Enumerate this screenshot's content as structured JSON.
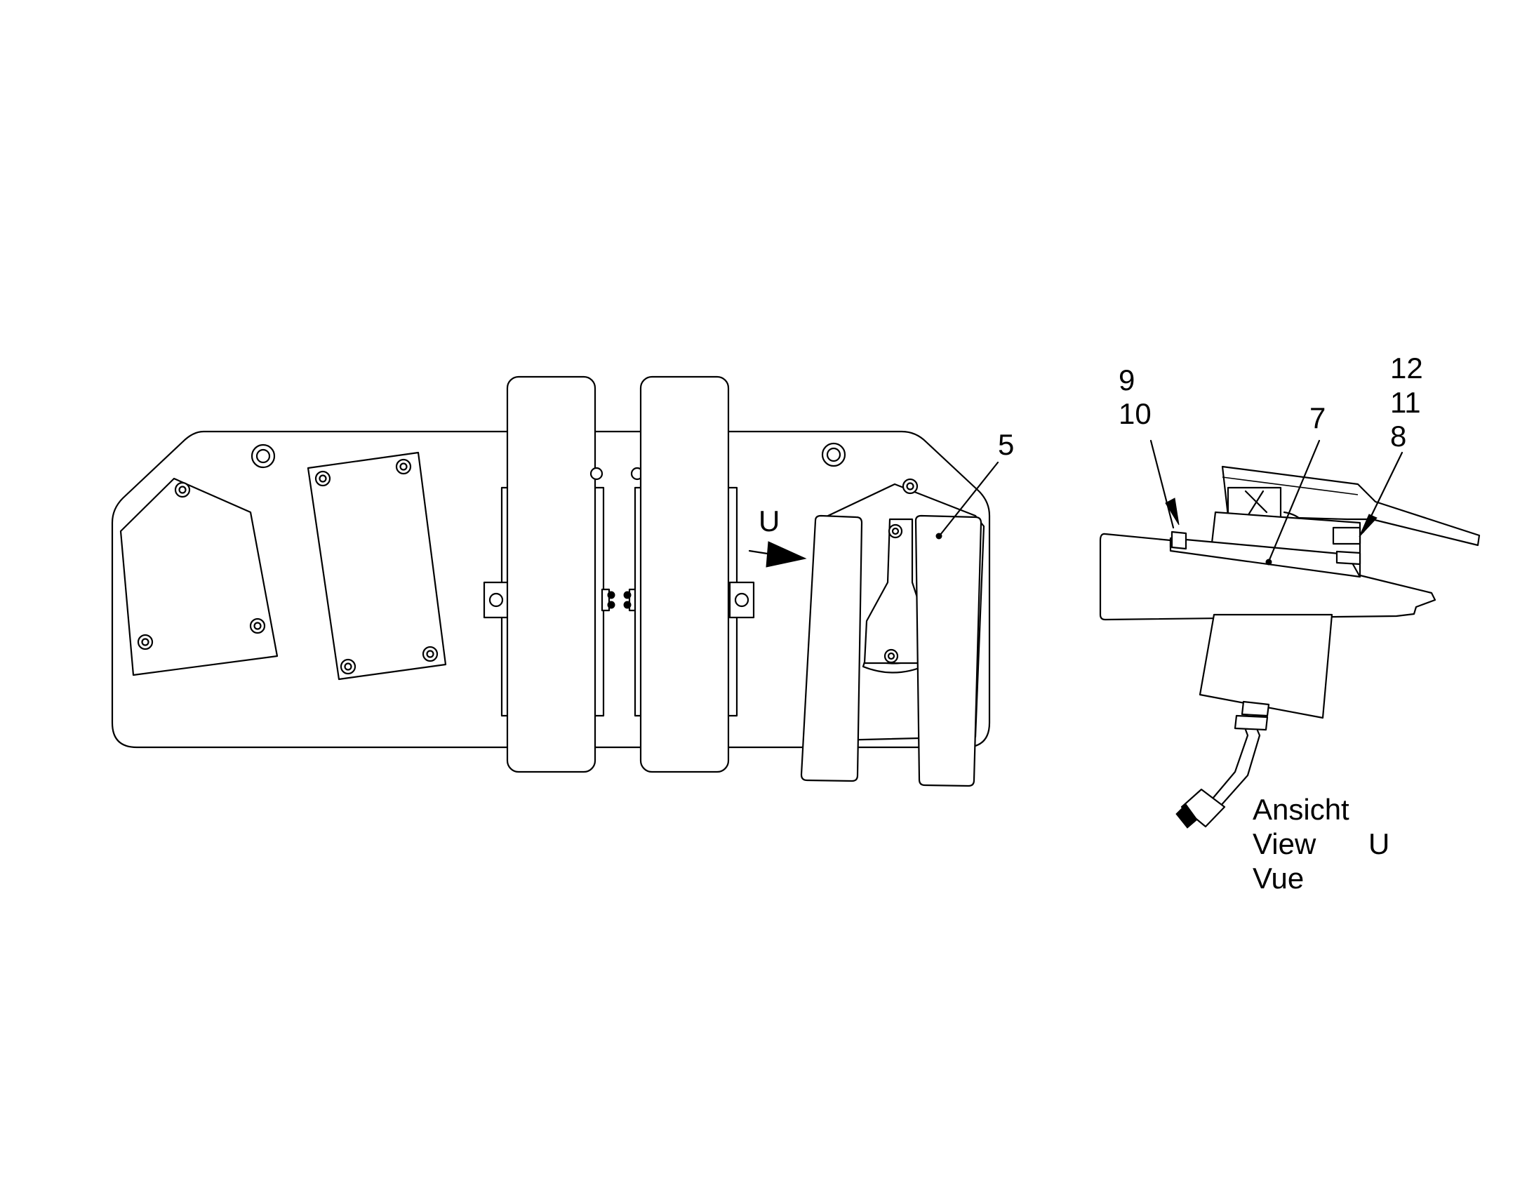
{
  "labels": {
    "u_arrow": "U",
    "part_5": "5",
    "part_7": "7",
    "part_9": "9",
    "part_10": "10",
    "part_12": "12",
    "part_11": "11",
    "part_8": "8",
    "view_de": "Ansicht",
    "view_en": "View",
    "view_fr": "Vue",
    "view_letter": "U"
  },
  "colors": {
    "line": "#000000",
    "background": "#ffffff"
  }
}
